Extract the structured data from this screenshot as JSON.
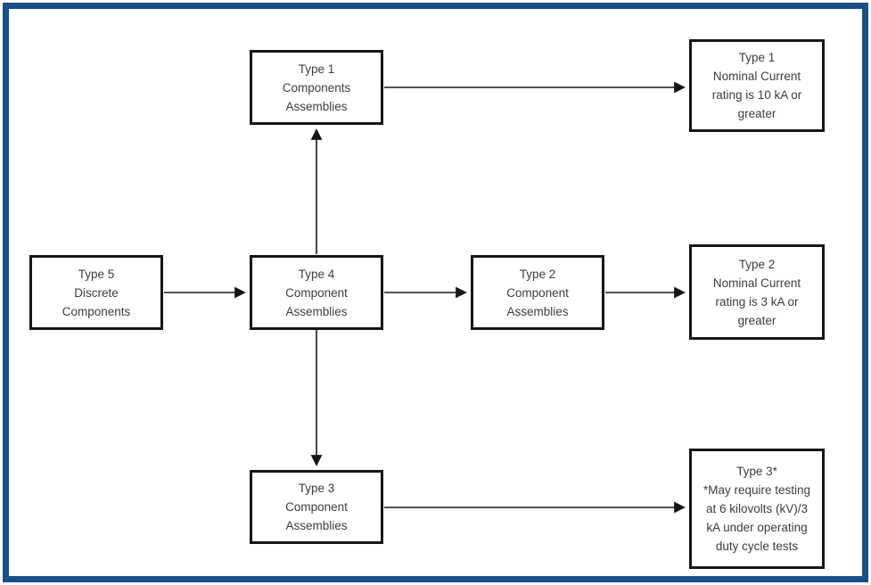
{
  "frame_color": "#1a4f87",
  "diagram": {
    "type": "flowchart",
    "nodes": {
      "type1_assembly": "Type 1\nComponents\nAssemblies",
      "type1_rating": "Type 1\nNominal Current\nrating is 10 kA or\ngreater",
      "type5_discrete": "Type 5\nDiscrete\nComponents",
      "type4_assembly": "Type 4\nComponent\nAssemblies",
      "type2_assembly": "Type 2\nComponent\nAssemblies",
      "type2_rating": "Type 2\nNominal Current\nrating is 3 kA or\ngreater",
      "type3_assembly": "Type 3\nComponent\nAssemblies",
      "type3_rating": "Type 3*\n*May require testing\nat 6 kilovolts (kV)/3\nkA under operating\nduty cycle tests"
    },
    "edges": [
      {
        "from": "type5_discrete",
        "to": "type4_assembly"
      },
      {
        "from": "type4_assembly",
        "to": "type1_assembly"
      },
      {
        "from": "type4_assembly",
        "to": "type2_assembly"
      },
      {
        "from": "type4_assembly",
        "to": "type3_assembly"
      },
      {
        "from": "type1_assembly",
        "to": "type1_rating"
      },
      {
        "from": "type2_assembly",
        "to": "type2_rating"
      },
      {
        "from": "type3_assembly",
        "to": "type3_rating"
      }
    ]
  }
}
